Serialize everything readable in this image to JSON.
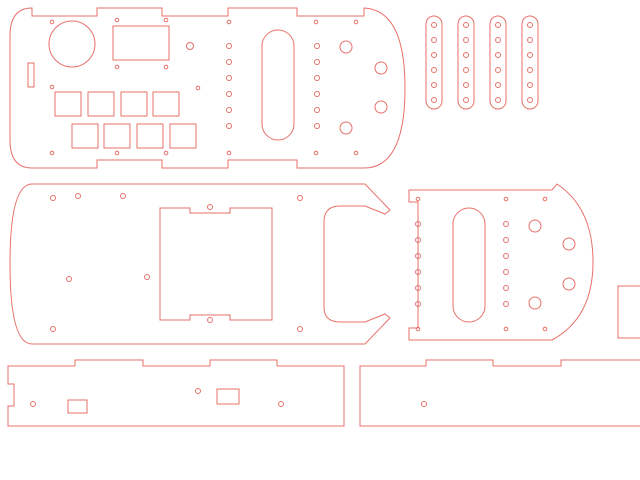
{
  "drawing": {
    "line_color": "#e8706a",
    "background": "#ffffff",
    "parts": [
      "top-plate",
      "screw-strip-1",
      "screw-strip-2",
      "screw-strip-3",
      "screw-strip-4",
      "middle-plate",
      "front-mount-plate",
      "right-edge-part",
      "side-panel-left",
      "side-panel-right"
    ]
  }
}
